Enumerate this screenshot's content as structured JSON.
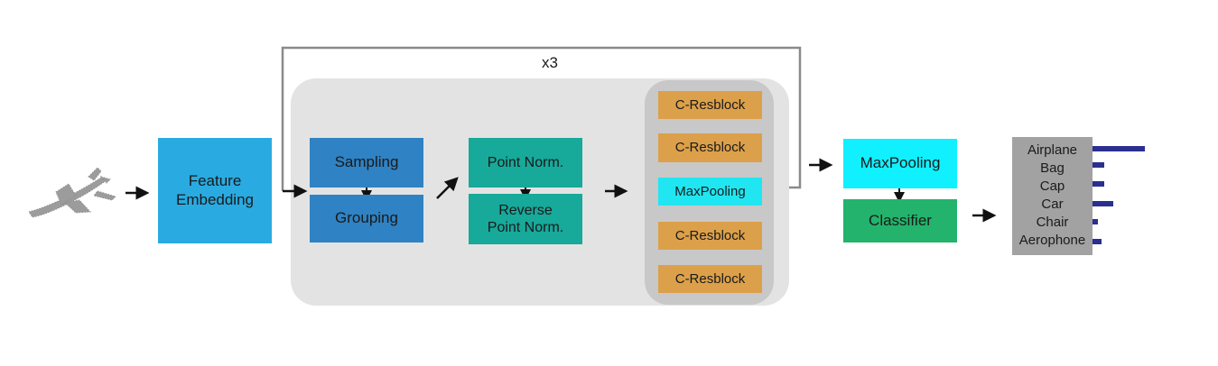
{
  "loop_label": "x3",
  "feature_embedding": {
    "line1": "Feature",
    "line2": "Embedding"
  },
  "sampling": "Sampling",
  "grouping": "Grouping",
  "point_norm": "Point Norm.",
  "reverse_norm": {
    "line1": "Reverse",
    "line2": "Point Norm."
  },
  "stack": [
    "C-Resblock",
    "C-Resblock",
    "MaxPooling",
    "C-Resblock",
    "C-Resblock"
  ],
  "head": {
    "pool": "MaxPooling",
    "classifier": "Classifier"
  },
  "output": {
    "classes": [
      "Airplane",
      "Bag",
      "Cap",
      "Car",
      "Chair",
      "Aerophone"
    ],
    "scores": [
      0.9,
      0.2,
      0.2,
      0.35,
      0.1,
      0.15
    ]
  },
  "colors": {
    "feature": "#29abe2",
    "sampling": "#2f82c3",
    "norm": "#17a99a",
    "resblock": "#dca04a",
    "maxpool": "#20e6f2",
    "classifier": "#23b36c",
    "bars": "#2b2f8f"
  },
  "icons": {
    "input": "airplane-point-cloud-icon"
  }
}
